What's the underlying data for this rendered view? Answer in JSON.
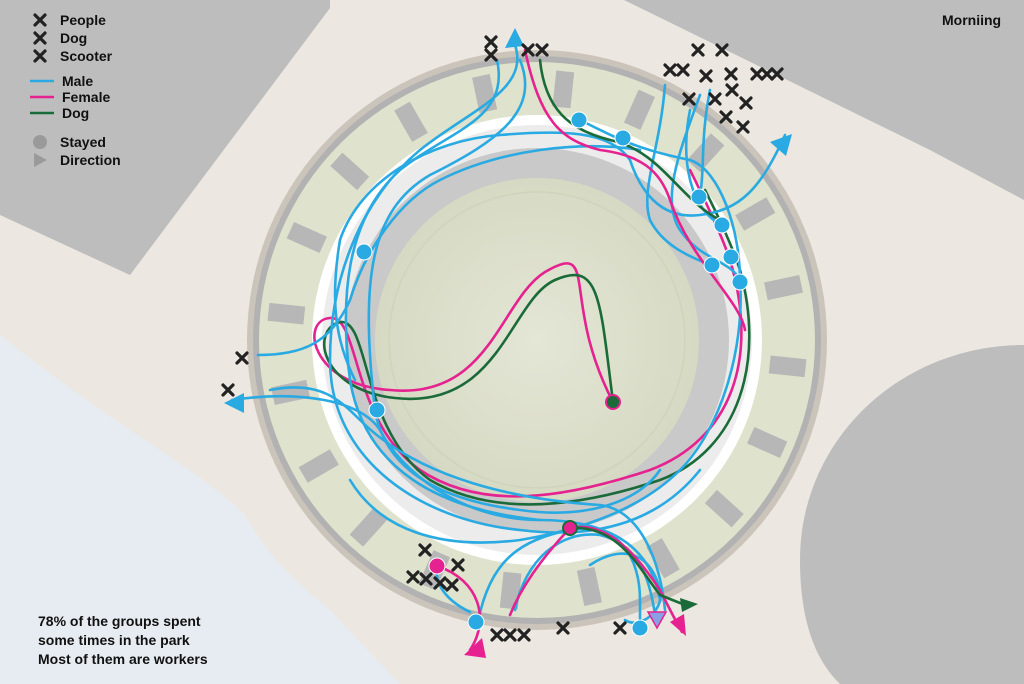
{
  "title": "Morniing",
  "legend": {
    "markers": [
      {
        "label": "People",
        "symbol": "cross-icon"
      },
      {
        "label": "Dog",
        "symbol": "cross-icon"
      },
      {
        "label": "Scooter",
        "symbol": "cross-icon"
      }
    ],
    "lines": [
      {
        "label": "Male",
        "color": "#29aae2"
      },
      {
        "label": "Female",
        "color": "#e5228f"
      },
      {
        "label": "Dog",
        "color": "#1b6b3a"
      }
    ],
    "symbols": [
      {
        "label": "Stayed",
        "symbol": "circle-icon",
        "color": "#9a9a9a"
      },
      {
        "label": "Direction",
        "symbol": "triangle-icon",
        "color": "#9a9a9a"
      }
    ]
  },
  "note": {
    "line1": "78% of the groups spent",
    "line2": "some times in the park",
    "line3": "Most of them are workers"
  },
  "colors": {
    "male": "#29aae2",
    "female": "#e5228f",
    "dog": "#1b6b3a",
    "ground": "#ece7e0",
    "building": "#bfbfbf",
    "water": "#e8eef3",
    "lawn": "#dfe2cf",
    "marker": "#222222"
  }
}
